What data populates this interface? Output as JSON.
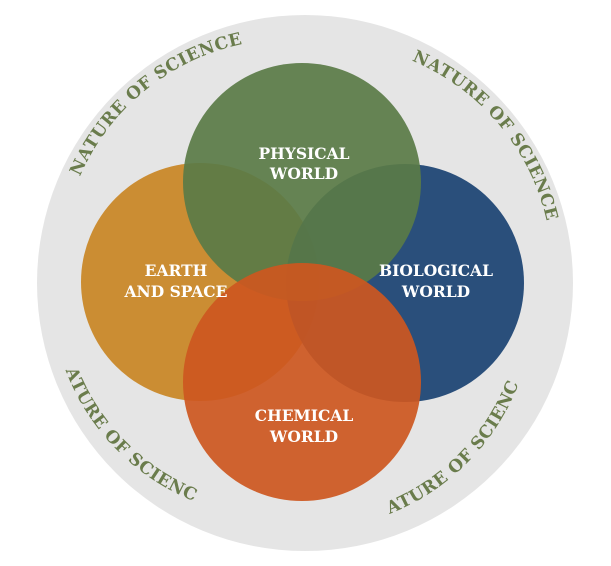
{
  "diagram": {
    "ring": {
      "color": "#e5e5e5",
      "text_color": "#6a7c4c",
      "labels": {
        "top_left": "NATURE OF SCIENCE",
        "top_right": "NATURE OF SCIENCE",
        "bottom_left": "NATURE OF SCIENCE",
        "bottom_right": "NATURE OF SCIENCE"
      }
    },
    "circles": {
      "physical": {
        "line1": "PHYSICAL",
        "line2": "WORLD",
        "color": "#5a7b47"
      },
      "earth": {
        "line1": "EARTH",
        "line2": "AND SPACE",
        "color": "#c98624"
      },
      "biological": {
        "line1": "BIOLOGICAL",
        "line2": "WORLD",
        "color": "#1a4272"
      },
      "chemical": {
        "line1": "CHEMICAL",
        "line2": "WORLD",
        "color": "#cd5720"
      }
    }
  }
}
